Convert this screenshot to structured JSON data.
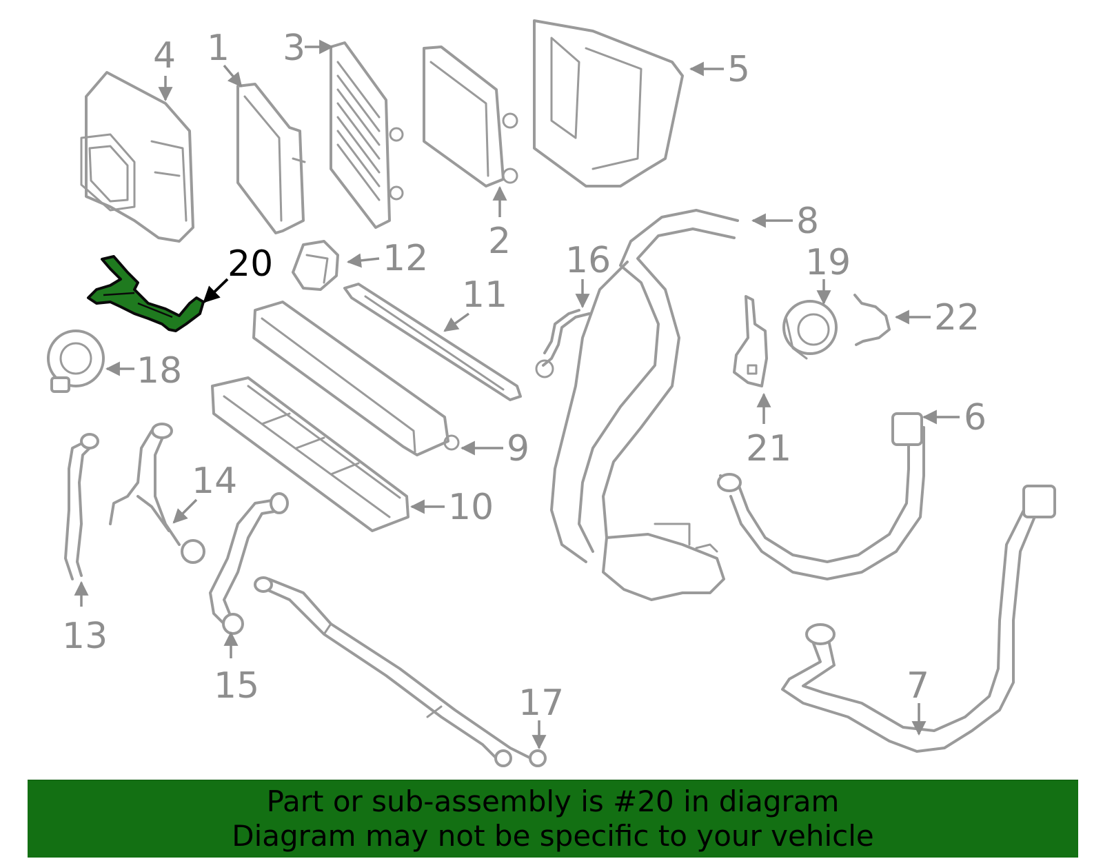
{
  "diagram": {
    "highlighted_part": "20",
    "callouts": [
      "1",
      "2",
      "3",
      "4",
      "5",
      "6",
      "7",
      "8",
      "9",
      "10",
      "11",
      "12",
      "13",
      "14",
      "15",
      "16",
      "17",
      "18",
      "19",
      "20",
      "21",
      "22"
    ]
  },
  "banner": {
    "line1": "Part or sub-assembly is #20 in diagram",
    "line2": "Diagram may not be specific to your vehicle",
    "color": "#137013"
  },
  "colors": {
    "part_stroke": "#9a9a9a",
    "highlight_fill": "#1f7a1f",
    "highlight_label": "#000000"
  }
}
